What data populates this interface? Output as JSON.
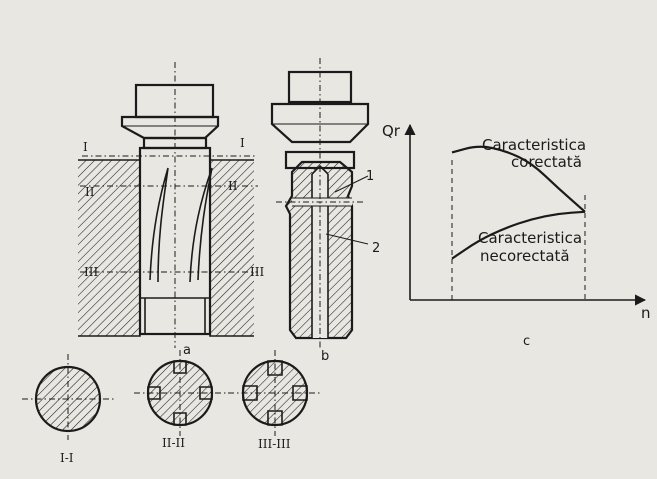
{
  "labels": {
    "view_a": "a",
    "view_b": "b",
    "view_c": "c",
    "section_I": "I",
    "section_II": "II",
    "section_III": "III",
    "part_1": "1",
    "part_2": "2"
  },
  "sections": {
    "s1": "I-I",
    "s2": "II-II",
    "s3": "III-III"
  },
  "chart": {
    "y_axis": "Qr",
    "x_axis": "n",
    "upper_curve_line1": "Caracteristica",
    "upper_curve_line2": "corectată",
    "lower_curve_line1": "Caracteristica",
    "lower_curve_line2": "necorectată"
  },
  "chart_data": {
    "type": "line",
    "title": "",
    "xlabel": "n",
    "ylabel": "Qr",
    "series": [
      {
        "name": "Caracteristica corectată",
        "values": [
          0.82,
          0.86,
          0.83,
          0.76,
          0.62,
          0.49
        ]
      },
      {
        "name": "Caracteristica necorectată",
        "values": [
          0.23,
          0.33,
          0.4,
          0.45,
          0.48,
          0.49
        ]
      }
    ],
    "x": [
      0,
      0.2,
      0.4,
      0.6,
      0.8,
      1.0
    ],
    "xlim": [
      0,
      1
    ],
    "ylim": [
      0,
      1
    ],
    "grid": false
  }
}
